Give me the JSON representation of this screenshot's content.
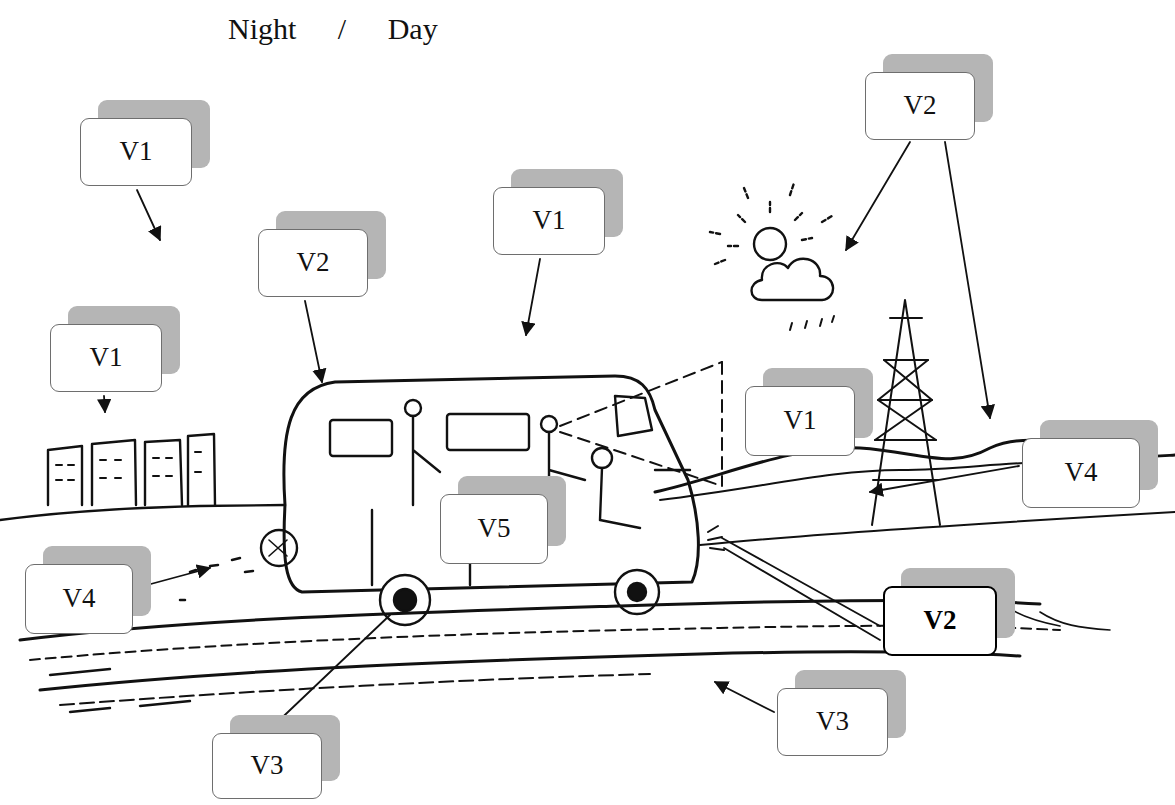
{
  "diagram": {
    "title": "Night / Day",
    "nodes": [
      {
        "text": [
          "V2"
        ]
      },
      {
        "text": [
          "V1"
        ]
      },
      {
        "text": [
          "V1"
        ]
      },
      {
        "text": [
          "V2"
        ]
      },
      {
        "text": [
          "V1"
        ]
      },
      {
        "text": [
          "V1"
        ]
      },
      {
        "text": [
          "V4"
        ]
      },
      {
        "text": [
          "V5"
        ]
      },
      {
        "text": [
          "V4"
        ]
      },
      {
        "text": [
          "V2"
        ]
      },
      {
        "text": [
          "V3"
        ]
      },
      {
        "text": [
          "V3"
        ]
      }
    ],
    "edges": []
  }
}
